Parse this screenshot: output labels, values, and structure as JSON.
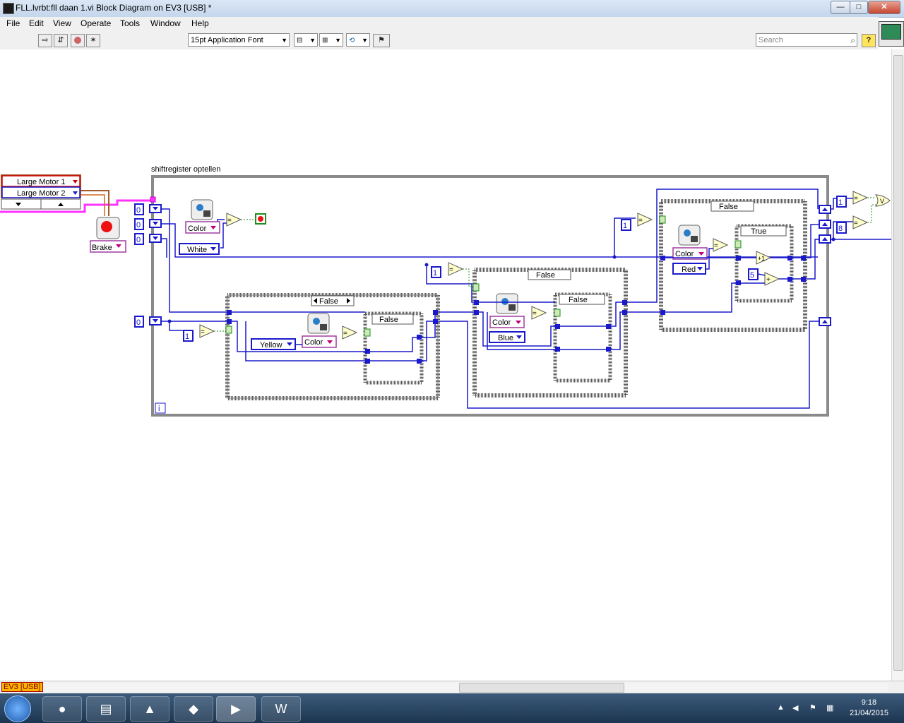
{
  "window": {
    "title": "FLL.lvrbt:fll daan 1.vi Block Diagram on EV3 [USB] *",
    "minimize": "—",
    "maximize": "□",
    "close": "✕"
  },
  "menu": [
    "File",
    "Edit",
    "View",
    "Operate",
    "Tools",
    "Window",
    "Help"
  ],
  "toolbar": {
    "font": "15pt Application Font",
    "search_placeholder": "Search",
    "help": "?"
  },
  "diagram": {
    "while_loop_label": "shiftregister optellen",
    "motors": [
      "Large Motor 1",
      "Large Motor 2"
    ],
    "brake_label": "Brake",
    "constants": {
      "zero": "0",
      "one": "1",
      "five": "5",
      "eight": "8"
    },
    "color_label": "Color",
    "colors": [
      "White",
      "Yellow",
      "Blue",
      "Red"
    ],
    "case_false": "False",
    "case_true": "True",
    "equals": "=",
    "iteration": "i"
  },
  "status": {
    "target": "EV3 [USB]"
  },
  "taskbar": {
    "time": "9:18",
    "date": "21/04/2015"
  },
  "colors": {
    "wire_blue": "#1a1acc",
    "wire_pink": "#ff33ff",
    "wire_green": "#1e8c1e",
    "wire_brown": "#a05a2c",
    "structure_gray": "#888888"
  }
}
